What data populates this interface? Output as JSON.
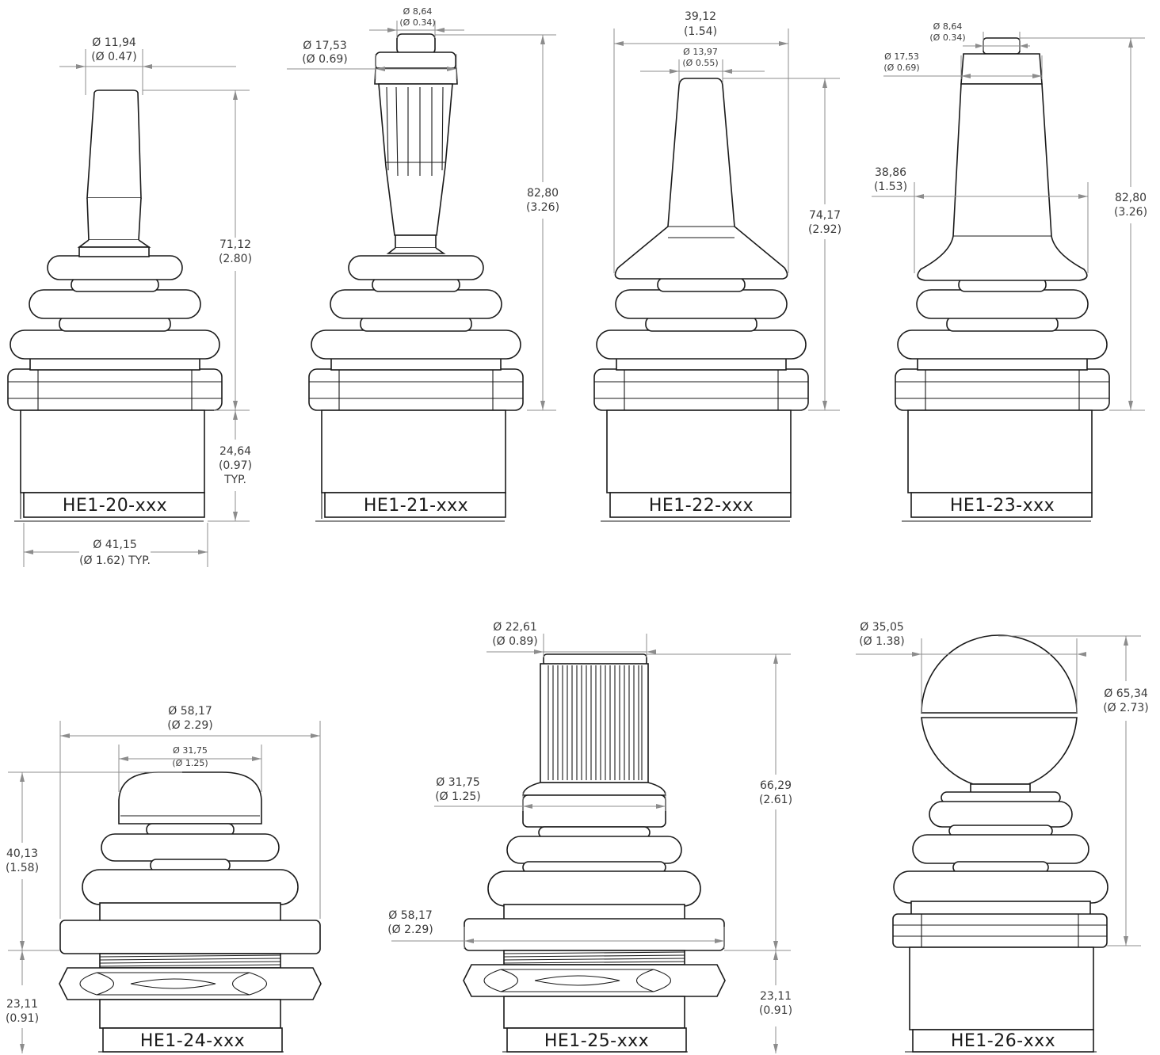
{
  "models": {
    "m20": "HE1-20-xxx",
    "m21": "HE1-21-xxx",
    "m22": "HE1-22-xxx",
    "m23": "HE1-23-xxx",
    "m24": "HE1-24-xxx",
    "m25": "HE1-25-xxx",
    "m26": "HE1-26-xxx"
  },
  "dims": {
    "m20_dia_mm": "Ø 11,94",
    "m20_dia_in": "(Ø 0.47)",
    "m20_h_mm": "71,12",
    "m20_h_in": "(2.80)",
    "m20_base_mm": "24,64",
    "m20_base_in": "(0.97)",
    "m20_base_typ": "TYP.",
    "m20_width_mm": "Ø 41,15",
    "m20_width_in": "(Ø 1.62) TYP.",
    "m21_top_mm": "Ø 8,64",
    "m21_top_in": "(Ø 0.34)",
    "m21_grip_mm": "Ø 17,53",
    "m21_grip_in": "(Ø 0.69)",
    "m21_h_mm": "82,80",
    "m21_h_in": "(3.26)",
    "m22_w_mm": "39,12",
    "m22_w_in": "(1.54)",
    "m22_tip_mm": "Ø 13,97",
    "m22_tip_in": "(Ø 0.55)",
    "m22_h_mm": "74,17",
    "m22_h_in": "(2.92)",
    "m23_top_mm": "Ø 8,64",
    "m23_top_in": "(Ø 0.34)",
    "m23_grip_mm": "Ø 17,53",
    "m23_grip_in": "(Ø 0.69)",
    "m23_w_mm": "38,86",
    "m23_w_in": "(1.53)",
    "m23_h_mm": "82,80",
    "m23_h_in": "(3.26)",
    "m24_w_mm": "Ø 58,17",
    "m24_w_in": "(Ø 2.29)",
    "m24_knob_mm": "Ø 31,75",
    "m24_knob_in": "(Ø 1.25)",
    "m24_h_mm": "40,13",
    "m24_h_in": "(1.58)",
    "m24_base_mm": "23,11",
    "m24_base_in": "(0.91)",
    "m25_top_mm": "Ø 22,61",
    "m25_top_in": "(Ø 0.89)",
    "m25_mid_mm": "Ø 31,75",
    "m25_mid_in": "(Ø 1.25)",
    "m25_flange_mm": "Ø 58,17",
    "m25_flange_in": "(Ø 2.29)",
    "m25_h_mm": "66,29",
    "m25_h_in": "(2.61)",
    "m25_base_mm": "23,11",
    "m25_base_in": "(0.91)",
    "m26_ball_mm": "Ø 35,05",
    "m26_ball_in": "(Ø 1.38)",
    "m26_h_mm": "Ø 65,34",
    "m26_h_in": "(Ø 2.73)"
  }
}
